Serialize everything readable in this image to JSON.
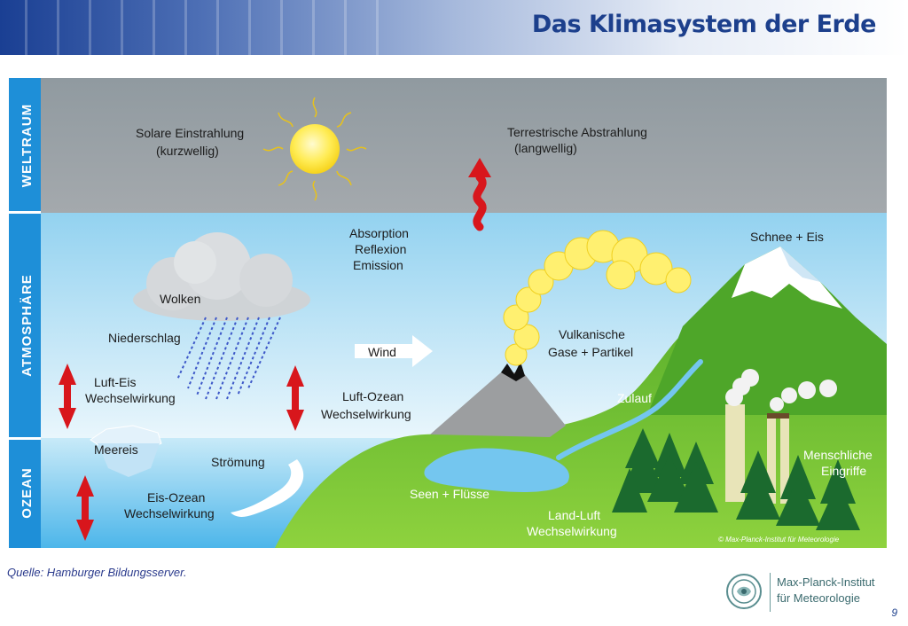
{
  "slide": {
    "title": "Das Klimasystem der Erde",
    "source": "Quelle: Hamburger Bildungsserver.",
    "page_number": "9"
  },
  "diagram": {
    "zones": {
      "space": "WELTRAUM",
      "atmosphere": "ATMOSPHÄRE",
      "ocean": "OZEAN"
    },
    "labels": {
      "solar_1": "Solare Einstrahlung",
      "solar_2": "(kurzwellig)",
      "terrestrial_1": "Terrestrische Abstrahlung",
      "terrestrial_2": "(langwellig)",
      "absorption": "Absorption",
      "reflexion": "Reflexion",
      "emission": "Emission",
      "clouds": "Wolken",
      "precipitation": "Niederschlag",
      "air_ice_1": "Luft-Eis",
      "air_ice_2": "Wechselwirkung",
      "wind": "Wind",
      "air_ocean_1": "Luft-Ozean",
      "air_ocean_2": "Wechselwirkung",
      "volcanic_1": "Vulkanische",
      "volcanic_2": "Gase + Partikel",
      "snow_ice": "Schnee + Eis",
      "runoff": "Zulauf",
      "human_1": "Menschliche",
      "human_2": "Eingriffe",
      "sea_ice": "Meereis",
      "current": "Strömung",
      "ice_ocean_1": "Eis-Ozean",
      "ice_ocean_2": "Wechselwirkung",
      "lakes_rivers": "Seen + Flüsse",
      "land_air_1": "Land-Luft",
      "land_air_2": "Wechselwirkung",
      "copyright": "© Max-Planck-Institut für Meteorologie"
    },
    "colors": {
      "zone_bar": "#1e8fd8",
      "arrow_red": "#d8161c",
      "land_green": "#5cb82e",
      "sun_yellow": "#ffe84a"
    }
  },
  "logo": {
    "line1": "Max-Planck-Institut",
    "line2": "für Meteorologie"
  }
}
